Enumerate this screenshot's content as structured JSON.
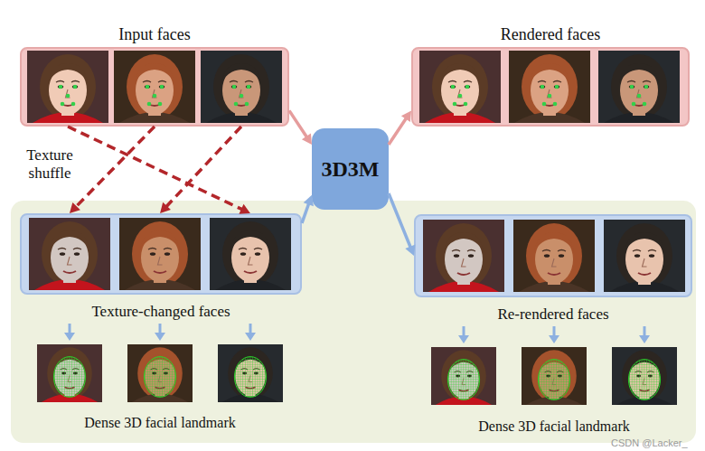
{
  "diagram": {
    "nodes": [
      {
        "text": [
          "Input faces"
        ]
      },
      {
        "text": [
          "Rendered faces"
        ]
      },
      {
        "text": [
          "3D3M"
        ]
      },
      {
        "text": [
          "Dense 3D facial landmark",
          "Dense 3D facial landmark"
        ]
      },
      {
        "text": [
          "Texture-changed faces"
        ],
        "in": 3
      },
      {
        "text": [
          "Re-rendered faces"
        ],
        "in": 3
      }
    ],
    "edges": [
      {
        "from": 0,
        "to": 2,
        "arrow": "to"
      },
      {
        "from": 2,
        "to": 1,
        "arrow": "to"
      },
      {
        "from": 0,
        "to": 4,
        "arrow": "to",
        "label": "Texture shuffle"
      },
      {
        "from": 4,
        "to": 2,
        "arrow": "to"
      },
      {
        "from": 2,
        "to": 5,
        "arrow": "to"
      }
    ],
    "labels": [
      "CSDN @Lacker_"
    ]
  }
}
